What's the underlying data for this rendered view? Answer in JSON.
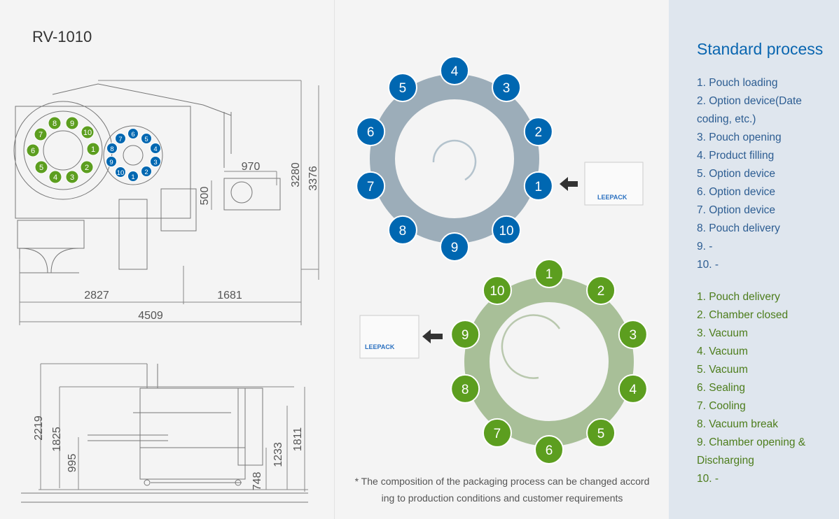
{
  "model": "RV-1010",
  "dimensions": {
    "d970": "970",
    "d500": "500",
    "d3280": "3280",
    "d3376": "3376",
    "d2827": "2827",
    "d1681": "1681",
    "d4509": "4509",
    "d2219": "2219",
    "d1825": "1825",
    "d995": "995",
    "d748": "748",
    "d1233": "1233",
    "d1811": "1811"
  },
  "blue_steps": [
    "1",
    "2",
    "3",
    "4",
    "5",
    "6",
    "7",
    "8",
    "9",
    "10"
  ],
  "green_steps": [
    "1",
    "2",
    "3",
    "4",
    "5",
    "6",
    "7",
    "8",
    "9",
    "10"
  ],
  "pouch_brand": "LEEPACK",
  "colors": {
    "blue": "#0067b1",
    "green": "#5c9e1f",
    "ring_gray": "#9cadb9",
    "ring_green": "#a8bf98",
    "panel": "#dfe6ee"
  },
  "footnote": {
    "line1": "* The composition of the packaging process can be changed accord",
    "line2": "ing to production conditions and customer requirements"
  },
  "standard_process": {
    "title": "Standard process",
    "list1": [
      "1. Pouch loading",
      "2. Option device(Date coding, etc.)",
      "3. Pouch opening",
      "4. Product filling",
      "5. Option device",
      "6. Option device",
      "7. Option device",
      "8. Pouch delivery",
      "9. -",
      "10. -"
    ],
    "list2": [
      "1. Pouch delivery",
      "2. Chamber closed",
      "3. Vacuum",
      "4. Vacuum",
      "5. Vacuum",
      "6. Sealing",
      "7. Cooling",
      "8. Vacuum break",
      "9. Chamber opening & Discharging",
      "10. -"
    ]
  }
}
